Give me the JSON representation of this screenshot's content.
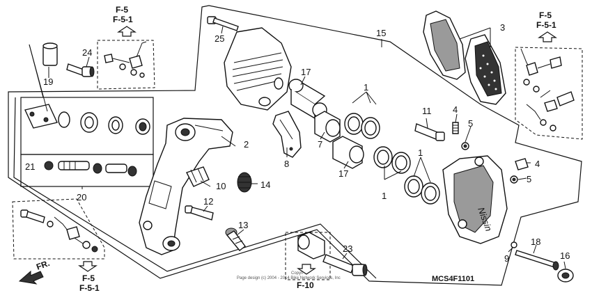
{
  "diagram": {
    "callouts": [
      {
        "id": "c1a",
        "text": "1"
      },
      {
        "id": "c1b",
        "text": "1"
      },
      {
        "id": "c1c",
        "text": "1"
      },
      {
        "id": "c2",
        "text": "2"
      },
      {
        "id": "c3",
        "text": "3"
      },
      {
        "id": "c4a",
        "text": "4"
      },
      {
        "id": "c4b",
        "text": "4"
      },
      {
        "id": "c5a",
        "text": "5"
      },
      {
        "id": "c5b",
        "text": "5"
      },
      {
        "id": "c7",
        "text": "7"
      },
      {
        "id": "c8",
        "text": "8"
      },
      {
        "id": "c9",
        "text": "9"
      },
      {
        "id": "c10",
        "text": "10"
      },
      {
        "id": "c11",
        "text": "11"
      },
      {
        "id": "c12",
        "text": "12"
      },
      {
        "id": "c13",
        "text": "13"
      },
      {
        "id": "c14",
        "text": "14"
      },
      {
        "id": "c15",
        "text": "15"
      },
      {
        "id": "c16",
        "text": "16"
      },
      {
        "id": "c17a",
        "text": "17"
      },
      {
        "id": "c17b",
        "text": "17"
      },
      {
        "id": "c18",
        "text": "18"
      },
      {
        "id": "c19",
        "text": "19"
      },
      {
        "id": "c20",
        "text": "20"
      },
      {
        "id": "c21",
        "text": "21"
      },
      {
        "id": "c23",
        "text": "23"
      },
      {
        "id": "c24",
        "text": "24"
      },
      {
        "id": "c25",
        "text": "25"
      }
    ],
    "references": {
      "top_left": {
        "line1": "F-5",
        "line2": "F-5-1"
      },
      "top_right": {
        "line1": "F-5",
        "line2": "F-5-1"
      },
      "bottom_left": {
        "line1": "F-5",
        "line2": "F-5-1"
      },
      "bottom_center": {
        "line1": "F-10"
      }
    },
    "front_label": "FR.",
    "diagram_code": "MCS4F1101",
    "copyright": {
      "line1": "Copyri",
      "line2": "Page design (c) 2004 - 2014 Bike Network Services, Inc"
    },
    "caliper_brand": "Nissin"
  }
}
